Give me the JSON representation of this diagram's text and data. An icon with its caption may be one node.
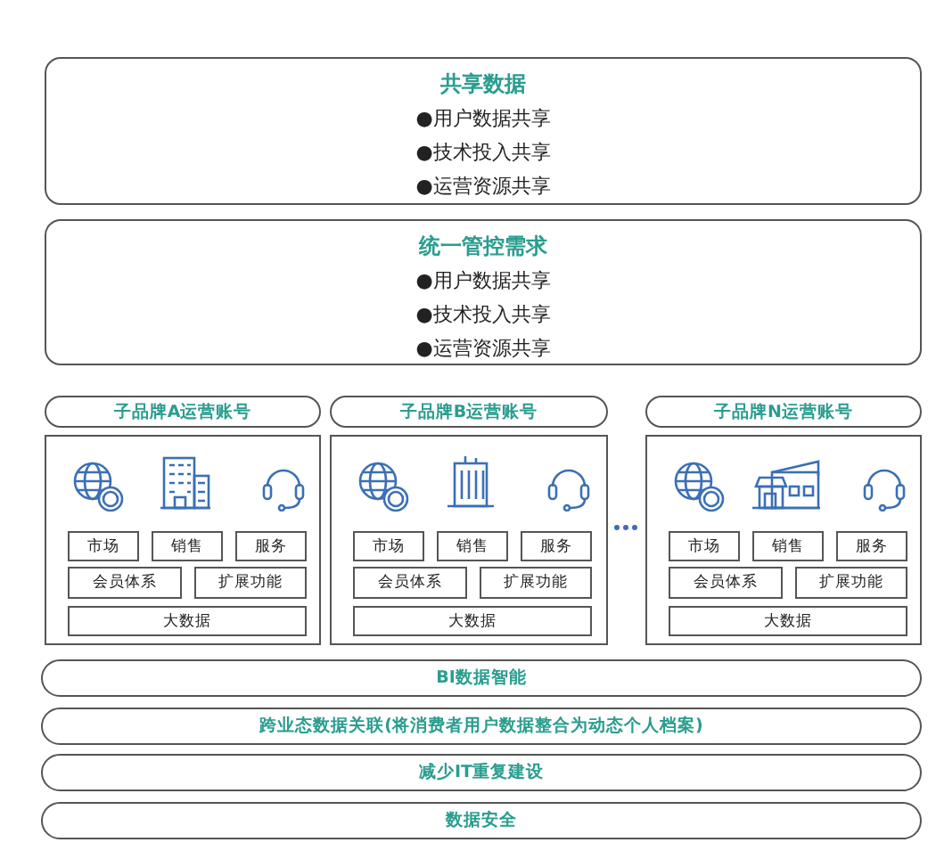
{
  "diagram": {
    "nodes": [
      {
        "text": [
          "共享数据",
          "●用户数据共享",
          "●技术投入共享",
          "●运营资源共享"
        ]
      },
      {
        "text": [
          "统一管控需求",
          "●用户数据共享",
          "●技术投入共享",
          "●运营资源共享"
        ]
      },
      {
        "text": [
          "子品牌A运营账号"
        ]
      },
      {
        "text": [
          "子品牌B运营账号"
        ]
      },
      {
        "text": [
          "子品牌N运营账号"
        ]
      },
      {
        "text": [],
        "shape": "box"
      },
      {
        "text": [
          "市场"
        ],
        "in": 5
      },
      {
        "text": [
          "销售"
        ],
        "in": 5
      },
      {
        "text": [
          "服务"
        ],
        "in": 5
      },
      {
        "text": [
          "会员体系"
        ],
        "in": 5
      },
      {
        "text": [
          "扩展功能"
        ],
        "in": 5
      },
      {
        "text": [
          "大数据"
        ],
        "in": 5
      },
      {
        "text": [],
        "shape": "box"
      },
      {
        "text": [
          "市场"
        ],
        "in": 12
      },
      {
        "text": [
          "销售"
        ],
        "in": 12
      },
      {
        "text": [
          "服务"
        ],
        "in": 12
      },
      {
        "text": [
          "会员体系"
        ],
        "in": 12
      },
      {
        "text": [
          "扩展功能"
        ],
        "in": 12
      },
      {
        "text": [
          "大数据"
        ],
        "in": 12
      },
      {
        "text": [],
        "shape": "box"
      },
      {
        "text": [
          "市场"
        ],
        "in": 19
      },
      {
        "text": [
          "销售"
        ],
        "in": 19
      },
      {
        "text": [
          "服务"
        ],
        "in": 19
      },
      {
        "text": [
          "会员体系"
        ],
        "in": 19
      },
      {
        "text": [
          "扩展功能"
        ],
        "in": 19
      },
      {
        "text": [
          "大数据"
        ],
        "in": 19
      },
      {
        "text": [
          "BI数据智能"
        ]
      },
      {
        "text": [
          "跨业态数据关联(将消费者用户数据整合为动态个人档案)"
        ]
      },
      {
        "text": [
          "减少IT重复建设"
        ]
      },
      {
        "text": [
          "数据安全"
        ]
      }
    ]
  }
}
